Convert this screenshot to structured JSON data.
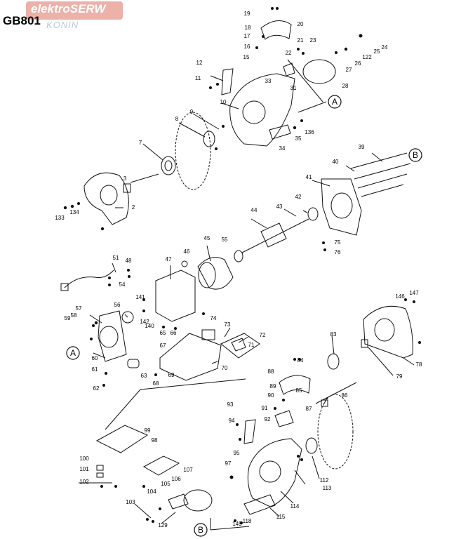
{
  "model": "GB801",
  "watermark": {
    "line1": "elektroSERW",
    "line2": "KONIN"
  },
  "callouts": [
    "A",
    "B"
  ],
  "part_numbers": [
    "2",
    "3",
    "7",
    "8",
    "9",
    "10",
    "11",
    "12",
    "15",
    "16",
    "17",
    "18",
    "19",
    "20",
    "21",
    "22",
    "23",
    "24",
    "25",
    "26",
    "27",
    "28",
    "31",
    "33",
    "34",
    "35",
    "39",
    "40",
    "41",
    "42",
    "43",
    "44",
    "45",
    "46",
    "47",
    "48",
    "51",
    "54",
    "55",
    "56",
    "57",
    "58",
    "59",
    "60",
    "61",
    "62",
    "63",
    "65",
    "66",
    "67",
    "68",
    "69",
    "70",
    "71",
    "72",
    "73",
    "74",
    "75",
    "76",
    "78",
    "79",
    "83",
    "84",
    "85",
    "86",
    "87",
    "88",
    "89",
    "90",
    "91",
    "92",
    "93",
    "94",
    "95",
    "97",
    "98",
    "99",
    "100",
    "101",
    "102",
    "103",
    "104",
    "105",
    "106",
    "107",
    "112",
    "113",
    "114",
    "115",
    "118",
    "122",
    "129",
    "133",
    "134",
    "136",
    "140",
    "141",
    "142",
    "146",
    "147",
    "149"
  ]
}
